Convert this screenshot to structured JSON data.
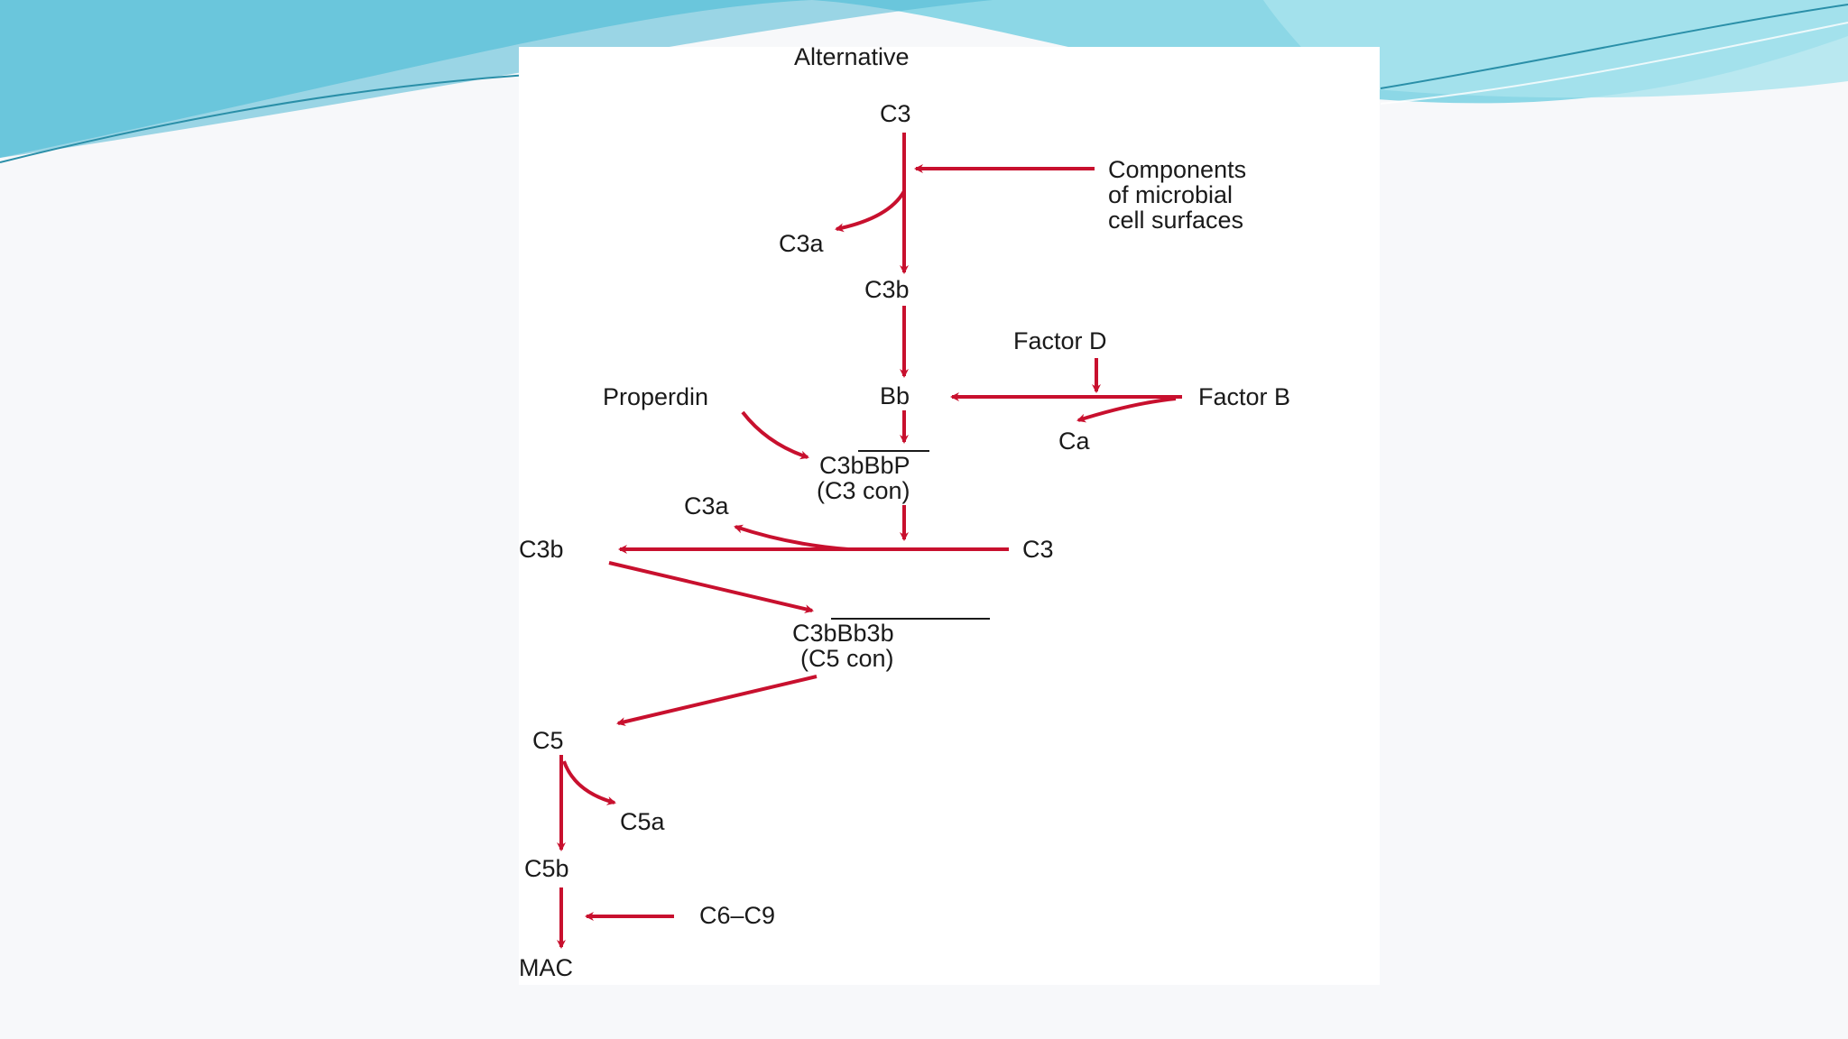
{
  "diagram": {
    "title": "Alternative",
    "nodes": {
      "c3_top": "C3",
      "components": [
        "Components",
        "of microbial",
        "cell surfaces"
      ],
      "c3a_top": "C3a",
      "c3b_top": "C3b",
      "factor_d": "Factor D",
      "properdin": "Properdin",
      "bb": "Bb",
      "factor_b": "Factor B",
      "ca": "Ca",
      "c3_convertase": "C3bBbP",
      "c3_con": "(C3 con)",
      "c3a_mid": "C3a",
      "c3b_mid": "C3b",
      "c3_mid": "C3",
      "c5_convertase": "C3bBb3b",
      "c5_con": "(C5 con)",
      "c5": "C5",
      "c5a": "C5a",
      "c5b": "C5b",
      "c6_c9": "C6–C9",
      "mac": "MAC"
    },
    "colors": {
      "arrow": "#c8102e",
      "text": "#1a1a1a",
      "slide_wave": "#5cc8dc"
    }
  }
}
